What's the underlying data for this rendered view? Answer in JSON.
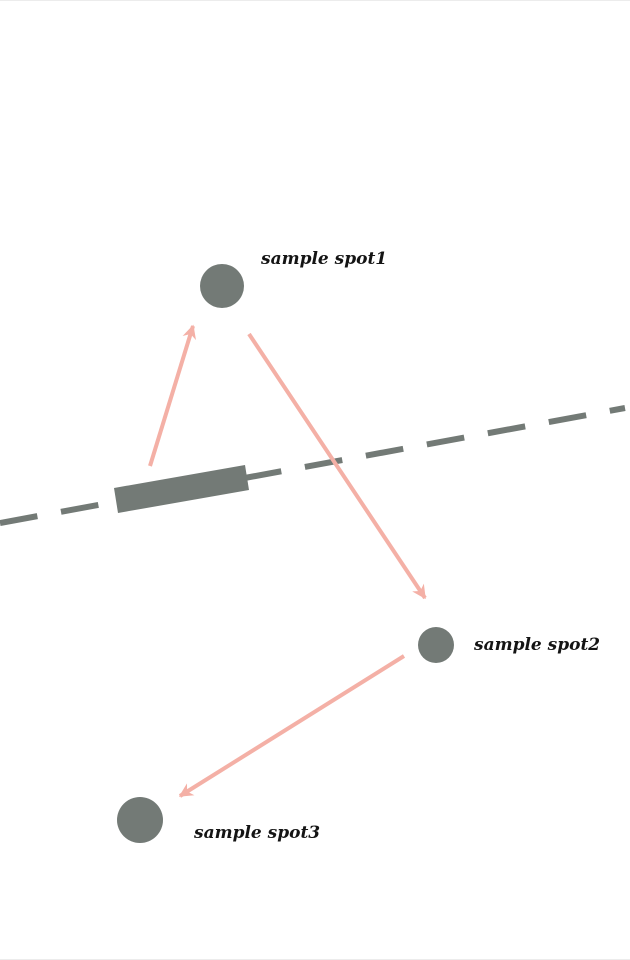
{
  "colors": {
    "background": "#ffffff",
    "spot": "#737a76",
    "path_line": "#737a76",
    "arrow": "#f4b0a6",
    "label": "#141414"
  },
  "spots": [
    {
      "id": "spot1",
      "label": "sample spot1"
    },
    {
      "id": "spot2",
      "label": "sample spot2"
    },
    {
      "id": "spot3",
      "label": "sample spot3"
    }
  ],
  "arrows": [
    {
      "from": "marker",
      "to": "spot1"
    },
    {
      "from": "spot1",
      "to": "spot2"
    },
    {
      "from": "spot2",
      "to": "spot3"
    }
  ]
}
